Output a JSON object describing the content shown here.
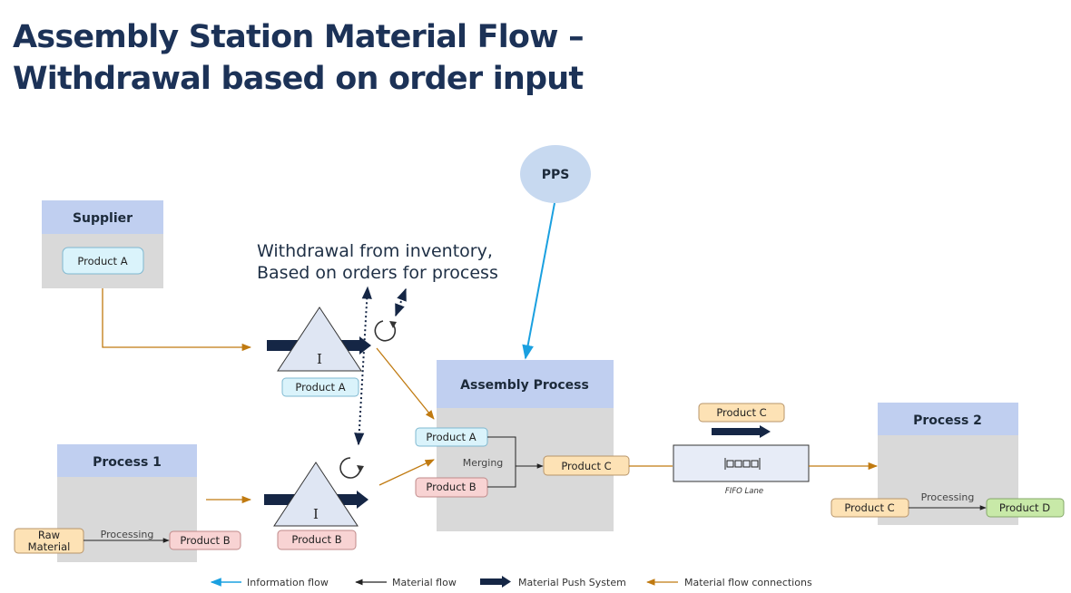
{
  "title": {
    "line1": "Assembly Station Material Flow –",
    "line2": "Withdrawal based on order input"
  },
  "pps": {
    "label": "PPS"
  },
  "supplier": {
    "title": "Supplier",
    "product": "Product A"
  },
  "inventory_top": {
    "symbol": "I",
    "product": "Product A"
  },
  "inventory_bottom": {
    "symbol": "I",
    "product": "Product B"
  },
  "note": {
    "line1": "Withdrawal from inventory,",
    "line2": "Based on orders for process"
  },
  "process1": {
    "title": "Process 1",
    "raw": "Raw Material",
    "raw_line1": "Raw",
    "raw_line2": "Material",
    "step": "Processing",
    "product": "Product B"
  },
  "assembly": {
    "title": "Assembly Process",
    "input_a": "Product A",
    "input_b": "Product B",
    "step": "Merging",
    "output": "Product C"
  },
  "fifo": {
    "product": "Product C",
    "label": "FIFO Lane"
  },
  "process2": {
    "title": "Process 2",
    "input": "Product C",
    "step": "Processing",
    "output": "Product D"
  },
  "legend": {
    "info": "Information flow",
    "material": "Material flow",
    "push": "Material Push System",
    "connections": "Material flow connections"
  },
  "colors": {
    "title": "#1c3257",
    "box_header": "#c0cff0",
    "box_body": "#d9d9d9",
    "info_flow": "#1aa0e0",
    "connection": "#c07a10",
    "push": "#152645",
    "product_a": "#daf3fb",
    "product_b": "#f8d3d3",
    "product_c": "#fde2b5",
    "product_d": "#c8e9a8",
    "pps": "#c7d9f0"
  }
}
